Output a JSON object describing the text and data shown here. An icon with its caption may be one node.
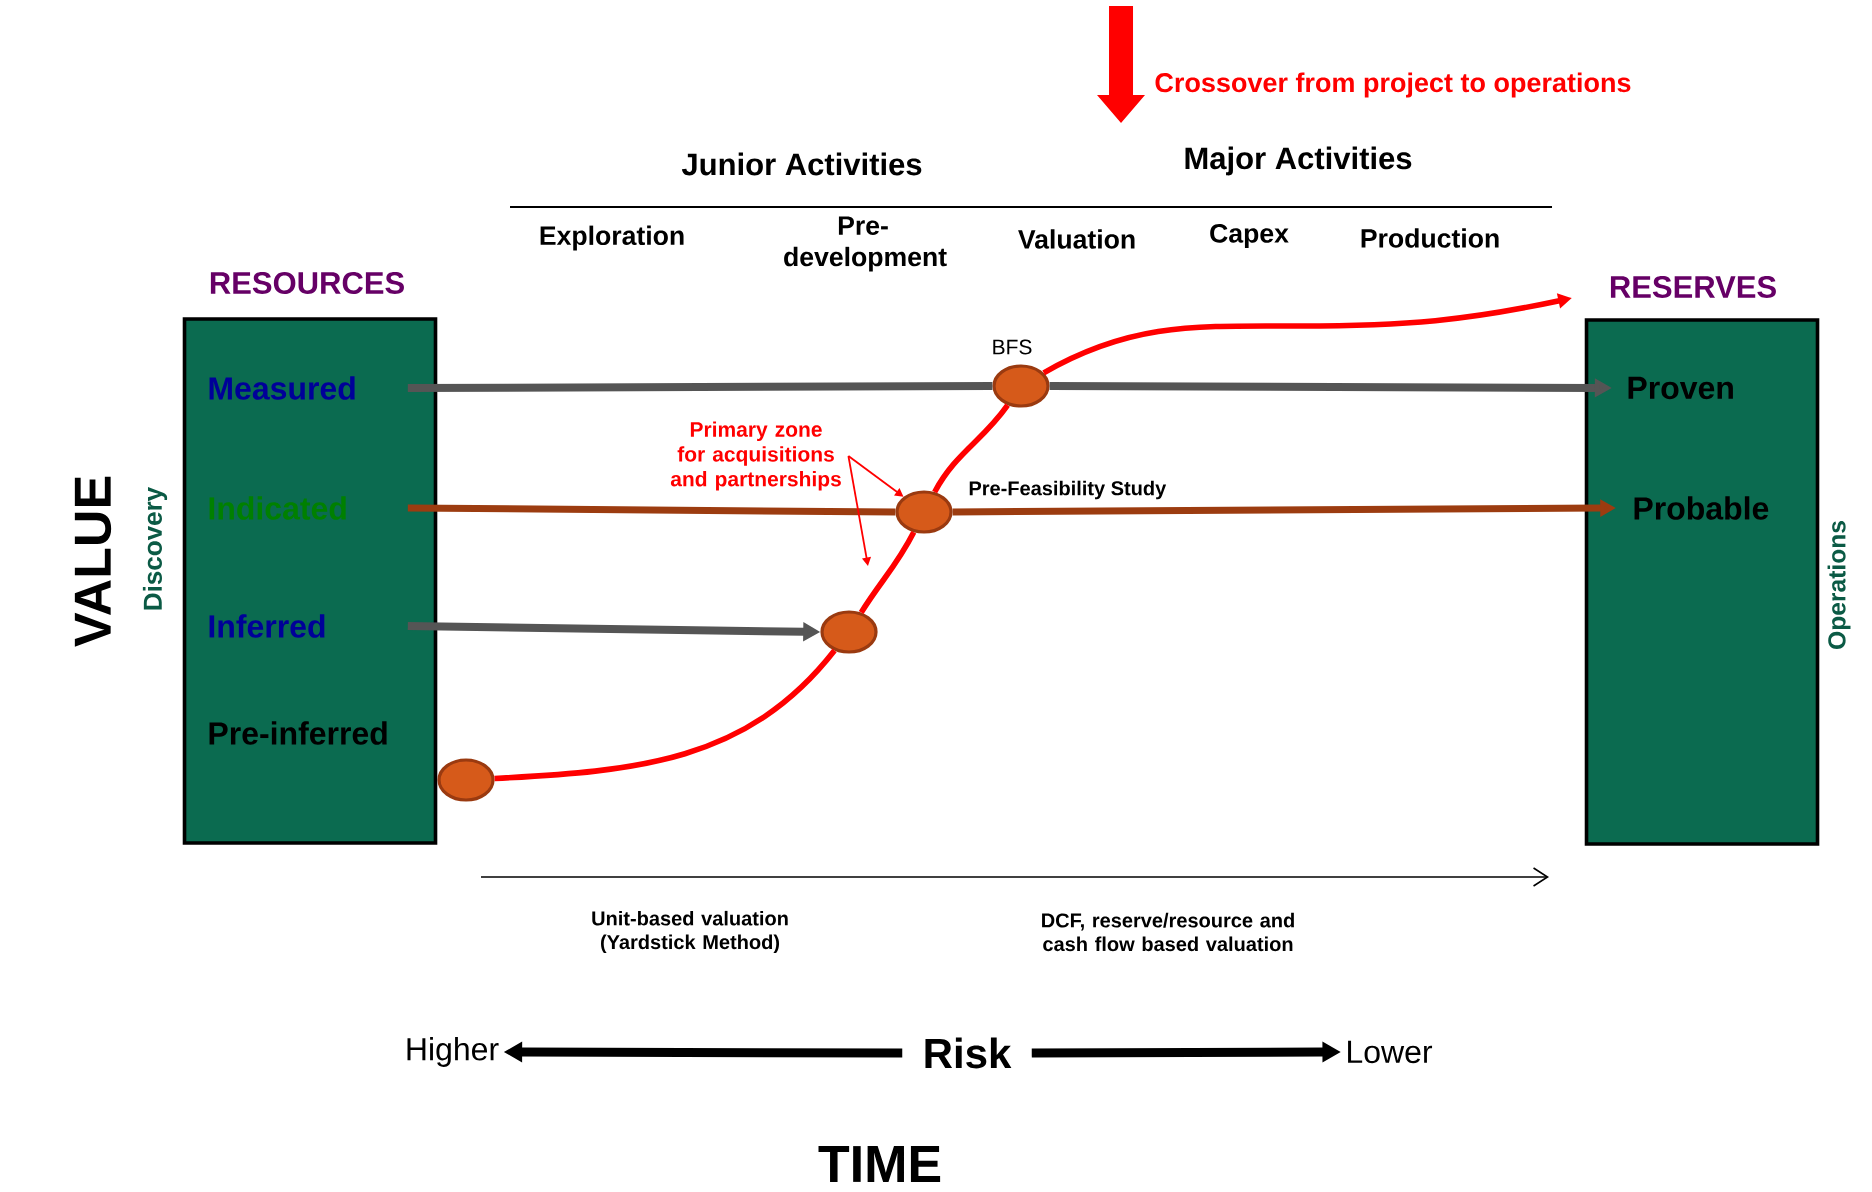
{
  "diagram": {
    "nodes": [
      {
        "text": [
          "RESOURCES"
        ]
      },
      {
        "text": [
          "Measured"
        ],
        "in": 0
      },
      {
        "text": [
          "Indicated"
        ],
        "in": 0
      },
      {
        "text": [
          "Inferred"
        ],
        "in": 0
      },
      {
        "text": [
          "Pre-inferred"
        ],
        "in": 0
      },
      {
        "text": [
          "RESERVES"
        ]
      },
      {
        "text": [
          "Proven"
        ],
        "in": 5
      },
      {
        "text": [
          "Probable"
        ],
        "in": 5
      },
      {
        "text": [],
        "shape": "ellipse"
      },
      {
        "text": [],
        "shape": "ellipse"
      },
      {
        "text": [],
        "shape": "ellipse",
        "beside": [
          "Pre-Feasibility Study"
        ]
      },
      {
        "text": [],
        "shape": "ellipse",
        "beside": [
          "BFS"
        ]
      },
      {
        "text": [
          "Primary zone for acquisitions and partnerships"
        ]
      },
      {
        "text": [
          "Risk"
        ]
      },
      {
        "text": [
          "Higher"
        ]
      },
      {
        "text": [
          "Lower"
        ]
      }
    ],
    "edges": [
      {
        "from": 1,
        "to": 11,
        "arrow": "none",
        "color": "#555555"
      },
      {
        "from": 11,
        "to": 6,
        "arrow": "to",
        "color": "#555555"
      },
      {
        "from": 2,
        "to": 10,
        "arrow": "none",
        "color": "#9c3c10"
      },
      {
        "from": 10,
        "to": 7,
        "arrow": "to",
        "color": "#9c3c10"
      },
      {
        "from": 3,
        "to": 9,
        "arrow": "to",
        "color": "#555555"
      },
      {
        "from": 8,
        "to": 9,
        "arrow": "none"
      },
      {
        "from": 9,
        "to": 10,
        "arrow": "none"
      },
      {
        "from": 10,
        "to": 11,
        "arrow": "none"
      },
      {
        "from": 11,
        "to": null,
        "arrow": "to"
      },
      {
        "from": 12,
        "to": 10,
        "arrow": "to"
      },
      {
        "from": 12,
        "to": null,
        "arrow": "to"
      },
      {
        "from": 13,
        "to": 14,
        "arrow": "to",
        "color": "#000000"
      },
      {
        "from": 13,
        "to": 15,
        "arrow": "to",
        "color": "#000000"
      }
    ],
    "labels": [
      "Crossover from project to operations",
      "Junior Activities",
      "Major Activities",
      "Exploration",
      "Pre- development",
      "Valuation",
      "Capex",
      "Production",
      "VALUE",
      "Discovery",
      "Operations",
      "Unit-based valuation (Yardstick Method)",
      "DCF, reserve/resource and cash flow based valuation",
      "TIME"
    ]
  }
}
